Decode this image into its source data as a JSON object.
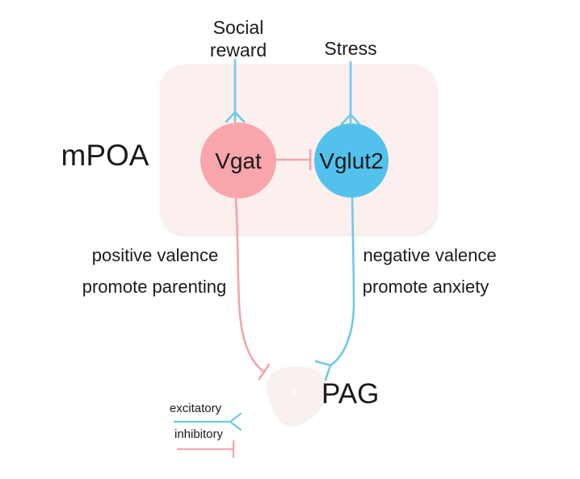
{
  "diagram": {
    "region_label": "mPOA",
    "target_label": "PAG",
    "nodes": {
      "vgat": "Vgat",
      "vglut2": "Vglut2"
    },
    "inputs": {
      "social_reward": "Social reward",
      "stress": "Stress"
    },
    "pathways": {
      "left_line1": "positive valence",
      "left_line2": "promote parenting",
      "right_line1": "negative valence",
      "right_line2": "promote anxiety"
    },
    "legend": {
      "excitatory": "excitatory",
      "inhibitory": "inhibitory"
    }
  },
  "colors": {
    "vgat_fill": "#F8A6AB",
    "vglut2_fill": "#52C2EC",
    "excitatory_line": "#6FC9E9",
    "inhibitory_line": "#F2A5AA",
    "mpoa_box_fill": "#FBF0EE",
    "pag_fill": "#FAF0ED",
    "text": "#1B1B1B"
  }
}
